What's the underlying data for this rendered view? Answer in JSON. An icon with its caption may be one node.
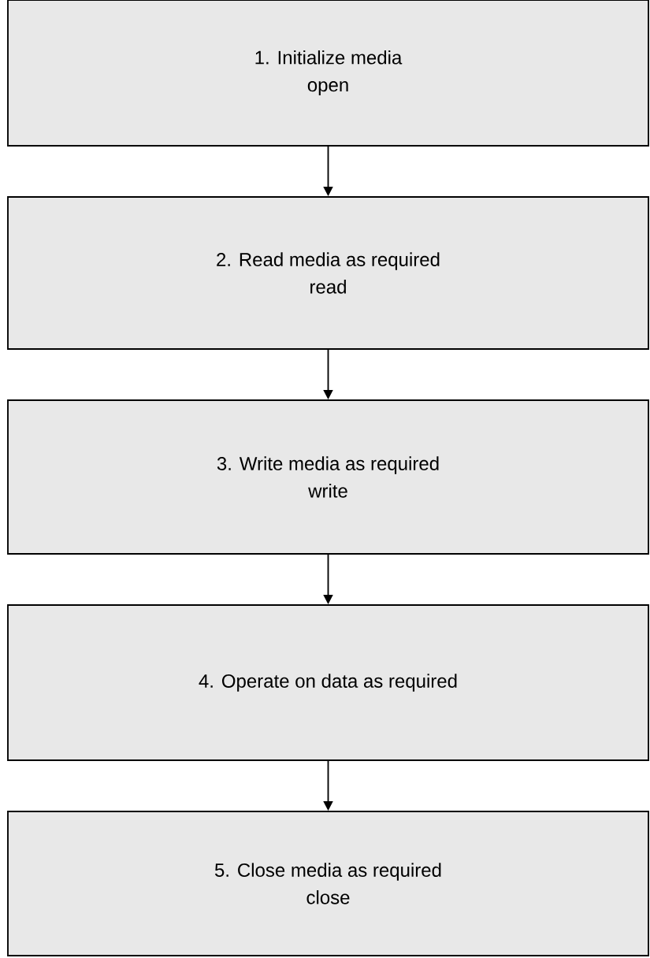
{
  "diagram": {
    "nodes": [
      {
        "text": [
          "1.  Initialize media",
          "open"
        ]
      },
      {
        "text": [
          "2.    Read media as required",
          "read"
        ]
      },
      {
        "text": [
          "3.    Write media as required",
          "write"
        ]
      },
      {
        "text": [
          "4.  Operate on data as required"
        ]
      },
      {
        "text": [
          "5.    Close media as required",
          "close"
        ]
      }
    ],
    "edges": [
      {
        "from": 0,
        "to": 1,
        "arrow": "to"
      },
      {
        "from": 1,
        "to": 2,
        "arrow": "to"
      },
      {
        "from": 2,
        "to": 3,
        "arrow": "to"
      },
      {
        "from": 3,
        "to": 4,
        "arrow": "to"
      }
    ]
  }
}
